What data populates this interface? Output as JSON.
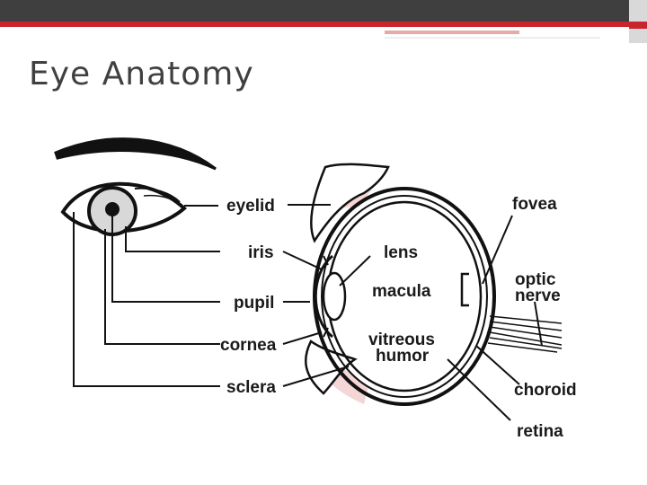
{
  "slide": {
    "title": "Eye Anatomy"
  },
  "labels": {
    "eyelid": "eyelid",
    "iris": "iris",
    "pupil": "pupil",
    "cornea": "cornea",
    "sclera": "sclera",
    "lens": "lens",
    "macula": "macula",
    "vitreous_line1": "vitreous",
    "vitreous_line2": "humor",
    "fovea": "fovea",
    "optic_line1": "optic",
    "optic_line2": "nerve",
    "choroid": "choroid",
    "retina": "retina"
  },
  "colors": {
    "accent": "#c9252c",
    "header": "#3f3f3f",
    "tissue": "#f5d6d6"
  }
}
